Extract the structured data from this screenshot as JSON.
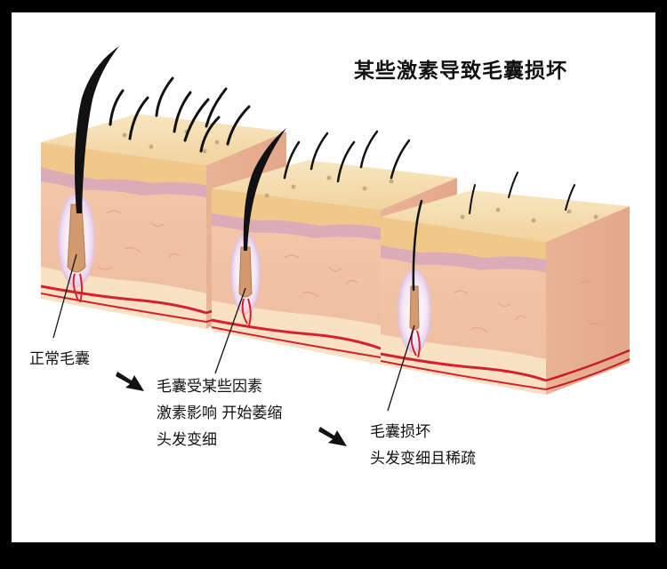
{
  "title": "某些激素导致毛囊损坏",
  "stages": [
    {
      "id": "normal",
      "lines": [
        "正常毛囊"
      ]
    },
    {
      "id": "shrinking",
      "lines": [
        "毛囊受某些因素",
        "激素影响 开始萎缩",
        "头发变细"
      ]
    },
    {
      "id": "damaged",
      "lines": [
        "毛囊损坏",
        "头发变细且稀疏"
      ]
    }
  ],
  "colors": {
    "skin_top": "#f6deb0",
    "dermis": "#f2c3a6",
    "epidermis_band": "#d9a7b9",
    "fat_layer": "#f9e7c8",
    "vessel": "#d6202f",
    "hair": "#111111",
    "follicle": "#d39a6e",
    "bulb_halo": "#f3e3f3"
  },
  "icons": [
    "arrow-right-icon"
  ]
}
